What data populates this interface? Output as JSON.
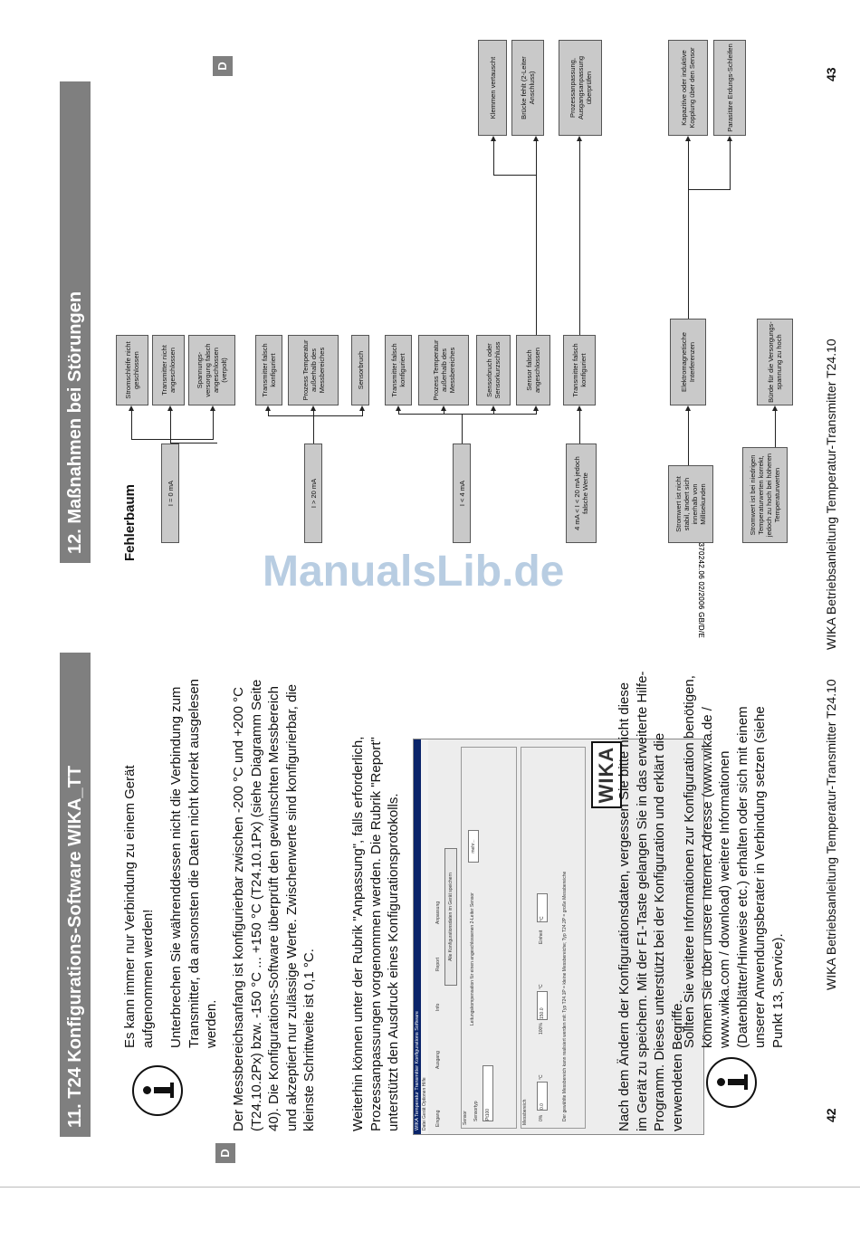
{
  "left_page": {
    "section_title": "11. T24 Konfigurations-Software WIKA_TT",
    "lang_marker": "D",
    "info1": [
      "Es kann immer nur Verbindung zu einem Gerät aufgenommen werden!",
      "Unterbrechen Sie währenddessen nicht die Verbindung zum Transmitter, da ansonsten die Daten nicht korrekt ausgelesen werden."
    ],
    "para1": "Der Messbereichsanfang ist konfigurierbar zwischen -200 °C und +200 °C (T24.10.2Px) bzw. -150 °C ... +150 °C (T24.10.1Px) (siehe Diagramm Seite 40). Die Konfigurations-Software überprüft den gewünschten Messbereich und akzeptiert nur zulässige Werte. Zwischenwerte sind konfigurierbar, die kleinste Schrittweite ist 0,1 °C.",
    "para2": "Weiterhin können unter der Rubrik \"Anpassung\", falls erforderlich, Prozessanpassungen vorgenommen werden. Die Rubrik \"Report\" unterstützt den Ausdruck eines Konfigurationsprotokolls.",
    "para3": "Nach dem Ändern der Konfigurationsdaten, vergessen Sie bitte nicht diese im Gerät zu speichern. Mit der F1-Taste gelangen Sie in das erweiterte Hilfe-Programm. Dieses unterstützt bei der Konfiguration und erklärt die verwendeten Begriffe.",
    "info2": "Sollten Sie weitere Informationen zur Konfiguration benötigen, können Sie über unsere Internet Adresse (www.wika.de / www.wika.com / download) weitere Informationen (Datenblätter/Hinweise etc.) erhalten oder sich mit einem unserer Anwendungsberater in Verbindung setzen (siehe Punkt 13, Service).",
    "page_number": "42",
    "footer": "WIKA Betriebsanleitung Temperatur-Transmitter T24.10",
    "doc_ref": "2370242.06 02/2006 GB/D/E",
    "screenshot": {
      "title": "WIKA Temperatur Transmitter Konfigurations Software",
      "menu": "Datei   Gerät   Optionen   Hilfe",
      "tabs": [
        "Eingang",
        "Ausgang",
        "Info",
        "Report",
        "Anpassung"
      ],
      "save_button": "Alle Konfigurationsdaten im Gerät speichern",
      "sensor_label": "Sensor",
      "sensortyp_label": "Sensortyp",
      "sensortyp_value": "Pt100",
      "lead_comp_label": "Leitungskompensation für einen angeschlossenen 2-Leiter Sensor",
      "lead_btn": "mehr...",
      "range_label": "Messbereich",
      "range_start_label": "0%",
      "range_start": "0.0",
      "range_end_label": "100%",
      "range_end": "150.0",
      "unit": "°C",
      "unit_label": "Einheit",
      "unit_value": "°C",
      "note": "Der gewählte Messbereich kann realisiert werden mit: Typ T24.1P = kleine Messbereiche; Typ T24.2P = große Messbereiche",
      "logo": "WIKA"
    }
  },
  "right_page": {
    "section_title": "12. Maßnahmen bei Störungen",
    "lang_marker": "D",
    "subtitle": "Fehlerbaum",
    "page_number": "43",
    "footer": "WIKA Betriebsanleitung Temperatur-Transmitter T24.10",
    "doc_ref": "2370242.06 02/2006 GB/D/E",
    "tree": {
      "row1": {
        "condition": "I = 0 mA",
        "causes": [
          "Stromschleife nicht geschlossen",
          "Transmitter nicht angeschlossen",
          "Spannungs-versorgung falsch angeschlossen (verpolt)"
        ]
      },
      "row2": {
        "condition": "I > 20 mA",
        "causes": [
          "Transmitter falsch konfiguriert",
          "Prozess Temperatur außerhalb des Messbereiches",
          "Sensorbruch"
        ]
      },
      "row3": {
        "condition": "I < 4 mA",
        "causes": [
          "Transmitter falsch konfiguriert",
          "Prozess Temperatur außerhalb des Messbereiches",
          "Sensorbruch oder Sensorkurzschluss",
          "Sensor falsch angeschlossen"
        ],
        "sub_causes": [
          "Klemmen vertauscht",
          "Brücke fehlt (2-Leiter Anschluss)"
        ]
      },
      "row4": {
        "condition": "4 mA < I < 20 mA jedoch falsche Werte",
        "causes": [
          "Transmitter falsch konfiguriert"
        ],
        "sub_causes": [
          "Prozessanpassung, Ausgangsanpassung überprüfen"
        ]
      },
      "row5": {
        "condition": "Stromwert ist nicht stabil, ändert sich innerhalb von Millisekunden",
        "causes": [
          "Elektromagnetische Interferenzen"
        ],
        "sub_causes": [
          "Kapazitive oder induktive Kopplung über den Sensor",
          "Parasitäre Erdungs-Schleifen"
        ]
      },
      "row6": {
        "condition": "Stromwert ist bei niedrigen Temperaturwerten korrekt, jedoch zu hoch bei höheren Temperaturwerten",
        "causes": [
          "Bürde für die Versorgungs-spannung zu hoch"
        ]
      }
    }
  },
  "watermark": "ManualsLib.de"
}
